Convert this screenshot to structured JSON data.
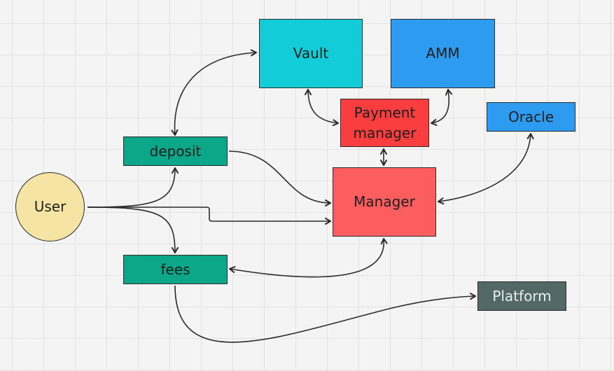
{
  "nodes": {
    "vault": {
      "label": "Vault",
      "color": "#12ccd7"
    },
    "amm": {
      "label": "AMM",
      "color": "#2d9bf0"
    },
    "payment": {
      "label": "Payment\nmanager",
      "color": "#fa3e3f"
    },
    "oracle": {
      "label": "Oracle",
      "color": "#2d9bf0"
    },
    "deposit": {
      "label": "deposit",
      "color": "#0ca789"
    },
    "manager": {
      "label": "Manager",
      "color": "#fc5d5e"
    },
    "user": {
      "label": "User",
      "color": "#f5e4a4"
    },
    "fees": {
      "label": "fees",
      "color": "#0ca789"
    },
    "platform": {
      "label": "Platform",
      "color": "#536867"
    }
  },
  "edges": [
    {
      "from": "deposit",
      "to": "vault",
      "direction": "both"
    },
    {
      "from": "vault",
      "to": "payment",
      "direction": "both"
    },
    {
      "from": "amm",
      "to": "payment",
      "direction": "both"
    },
    {
      "from": "payment",
      "to": "manager",
      "direction": "both"
    },
    {
      "from": "oracle",
      "to": "manager",
      "direction": "both"
    },
    {
      "from": "deposit",
      "to": "manager",
      "direction": "forward"
    },
    {
      "from": "user",
      "to": "deposit",
      "direction": "forward"
    },
    {
      "from": "user",
      "to": "manager",
      "direction": "forward"
    },
    {
      "from": "user",
      "to": "fees",
      "direction": "forward"
    },
    {
      "from": "manager",
      "to": "fees",
      "direction": "both"
    },
    {
      "from": "fees",
      "to": "platform",
      "direction": "forward"
    }
  ],
  "colors": {
    "edge": "#2b2b2b",
    "border": "#2c2c2c",
    "grid": "#e2e2e2",
    "background": "#f4f4f4"
  }
}
